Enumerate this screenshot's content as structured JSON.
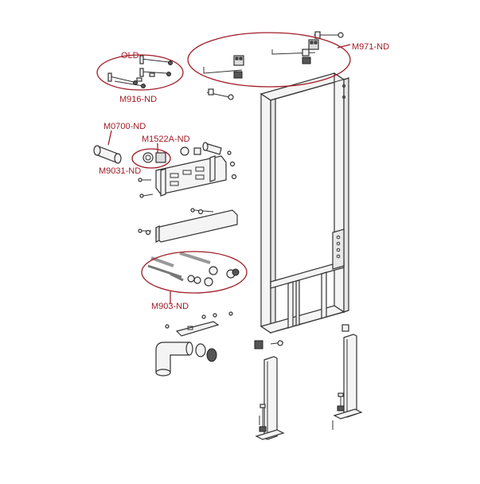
{
  "callouts": {
    "old": "OLD",
    "m916": "M916-ND",
    "m971": "M971-ND",
    "m0700": "M0700-ND",
    "m1522a": "M1522A-ND",
    "m9031": "M9031-ND",
    "m903": "M903-ND"
  },
  "colors": {
    "callout": "#a01c28",
    "line": "#333333",
    "part_fill": "#f2f2f2",
    "dark_part": "#555555"
  }
}
